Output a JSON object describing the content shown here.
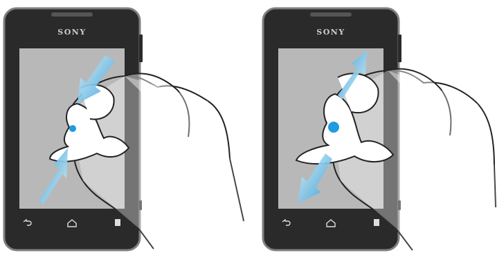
{
  "panels": [
    {
      "id": "pinch-in",
      "brand": "SONY",
      "gesture": "pinch-in"
    },
    {
      "id": "pinch-out",
      "brand": "SONY",
      "gesture": "pinch-out"
    }
  ],
  "nav_icons": [
    "back-icon",
    "home-icon",
    "menu-icon"
  ],
  "colors": {
    "phone_body": "#2a2a2a",
    "phone_rim": "#7c7c7c",
    "screen": "#b8b8b8",
    "arrow_light": "#d4ecf8",
    "arrow_dark": "#2f9fd8",
    "center_dot": "#1f9be0",
    "brand_text": "#cfcfcf"
  }
}
